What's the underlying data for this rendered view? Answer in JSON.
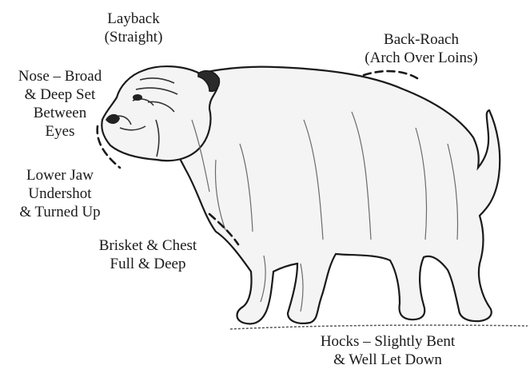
{
  "labels": {
    "layback": [
      "Layback",
      "(Straight)"
    ],
    "back_roach": [
      "Back-Roach",
      "(Arch Over Loins)"
    ],
    "nose": [
      "Nose – Broad",
      "& Deep Set",
      "Between",
      "Eyes"
    ],
    "lower_jaw": [
      "Lower Jaw",
      "Undershot",
      "& Turned Up"
    ],
    "brisket": [
      "Brisket & Chest",
      "Full & Deep"
    ],
    "hocks": [
      "Hocks – Slightly Bent",
      "& Well Let Down"
    ]
  },
  "colors": {
    "ink": "#1a1a1a",
    "shade": "#6b6b6b",
    "paper": "#ffffff"
  },
  "illustration": "bulldog-side-profile"
}
